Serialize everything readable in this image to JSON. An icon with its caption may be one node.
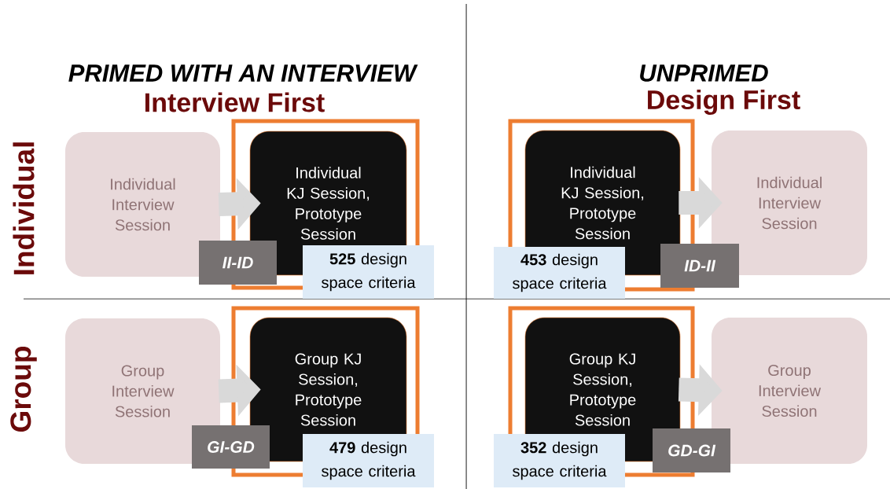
{
  "diagram": {
    "nodes": [
      {
        "text": [
          "Individual Interview Session"
        ]
      },
      {
        "text": [
          "Individual KJ Session, Prototype Session"
        ]
      },
      {
        "text": [
          "II-ID"
        ]
      },
      {
        "text": [
          "**525** design space criteria"
        ]
      },
      {
        "text": [
          "Individual KJ Session, Prototype Session"
        ]
      },
      {
        "text": [
          "**453** design space criteria"
        ]
      },
      {
        "text": [
          "ID-II"
        ]
      },
      {
        "text": [
          "Individual Interview Session"
        ]
      },
      {
        "text": [
          "Group Interview Session"
        ]
      },
      {
        "text": [
          "Group KJ Session, Prototype Session"
        ]
      },
      {
        "text": [
          "GI-GD"
        ]
      },
      {
        "text": [
          "**479** design space criteria"
        ]
      },
      {
        "text": [
          "Group KJ Session, Prototype Session"
        ]
      },
      {
        "text": [
          "**352** design space criteria"
        ]
      },
      {
        "text": [
          "GD-GI"
        ]
      },
      {
        "text": [
          "Group Interview Session"
        ]
      }
    ],
    "edges": [
      {
        "from": 0,
        "to": 1,
        "arrow": "to"
      },
      {
        "from": 4,
        "to": 7,
        "arrow": "to"
      },
      {
        "from": 8,
        "to": 9,
        "arrow": "to"
      },
      {
        "from": 12,
        "to": 15,
        "arrow": "to"
      }
    ],
    "labels": [
      "PRIMED WITH AN INTERVIEW",
      "Interview First",
      "UNPRIMED",
      "Design First",
      "Individual",
      "Group"
    ]
  }
}
